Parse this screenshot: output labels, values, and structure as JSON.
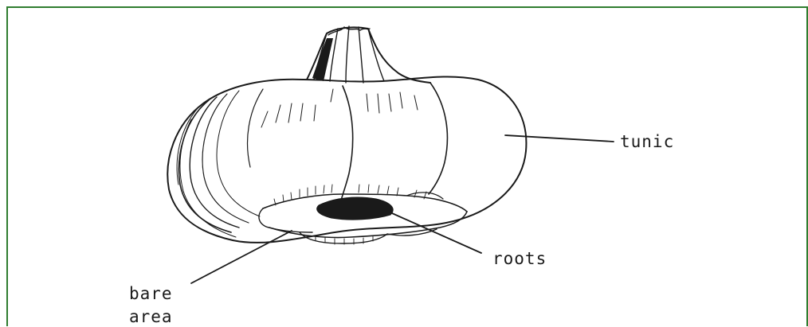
{
  "diagram": {
    "labels": {
      "tunic": "tunic",
      "roots": "roots",
      "bare_line1": "bare",
      "bare_line2": "area"
    }
  },
  "colors": {
    "frame_border": "#2f7d2f",
    "ink": "#1a1a1a",
    "background": "#ffffff"
  }
}
